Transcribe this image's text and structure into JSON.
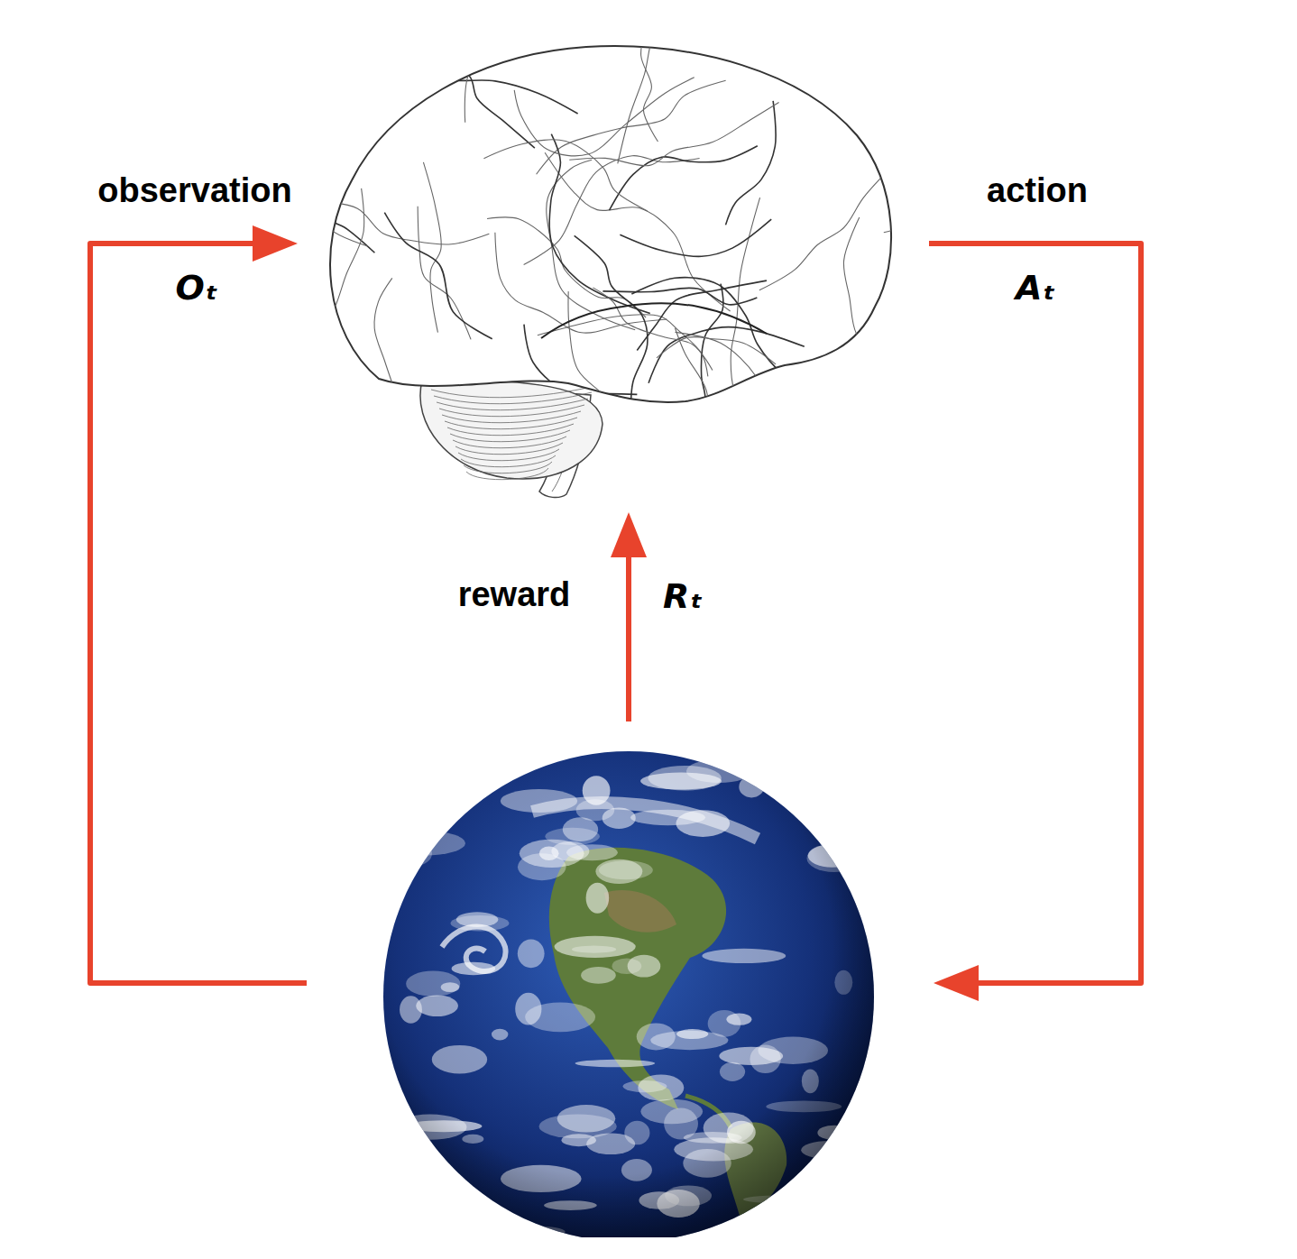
{
  "diagram": {
    "nodes": [
      {
        "text": []
      },
      {
        "text": []
      }
    ],
    "edges": [
      {
        "from": 1,
        "to": 0,
        "arrow": "to",
        "label": "observation"
      },
      {
        "from": 0,
        "to": 1,
        "arrow": "to",
        "label": "action"
      },
      {
        "from": 1,
        "to": 0,
        "arrow": "to",
        "label": "reward"
      }
    ],
    "labels": [
      "Oₜ",
      "Aₜ",
      "Rₜ"
    ]
  }
}
